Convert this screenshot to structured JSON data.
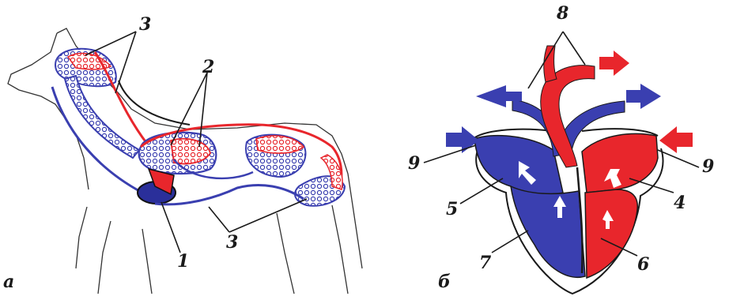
{
  "colors": {
    "arterial": "#e8262c",
    "venous": "#3a3fb0",
    "outline": "#1a1a1a",
    "background": "#ffffff"
  },
  "panel_a": {
    "letter": "а",
    "labels": {
      "l1": "1",
      "l2": "2",
      "l3_top": "3",
      "l3_bottom": "3"
    }
  },
  "panel_b": {
    "letter": "б",
    "labels": {
      "l4": "4",
      "l5": "5",
      "l6": "6",
      "l7": "7",
      "l8": "8",
      "l9_left": "9",
      "l9_right": "9"
    }
  }
}
